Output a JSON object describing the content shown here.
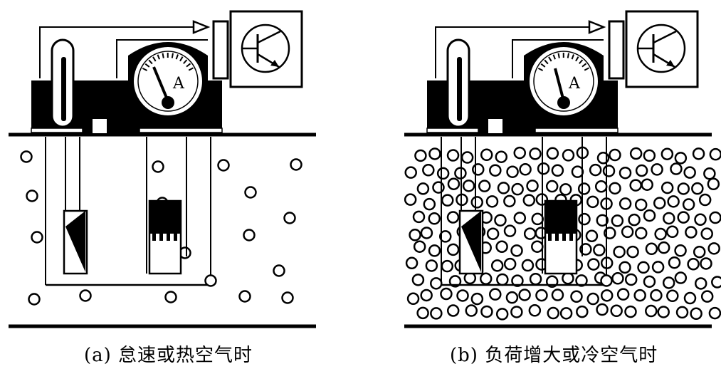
{
  "colors": {
    "ink": "#000000",
    "paper": "#ffffff"
  },
  "panels": [
    {
      "caption": "(a) 怠速或热空气时",
      "meter_label": "A",
      "particle_density": "sparse",
      "needle": "left"
    },
    {
      "caption": "(b) 负荷增大或冷空气时",
      "meter_label": "A",
      "particle_density": "dense",
      "needle": "left-high"
    }
  ],
  "icons": {
    "transistor": "transistor-symbol-icon",
    "arrow": "signal-arrow-icon",
    "ammeter": "ammeter-icon"
  }
}
